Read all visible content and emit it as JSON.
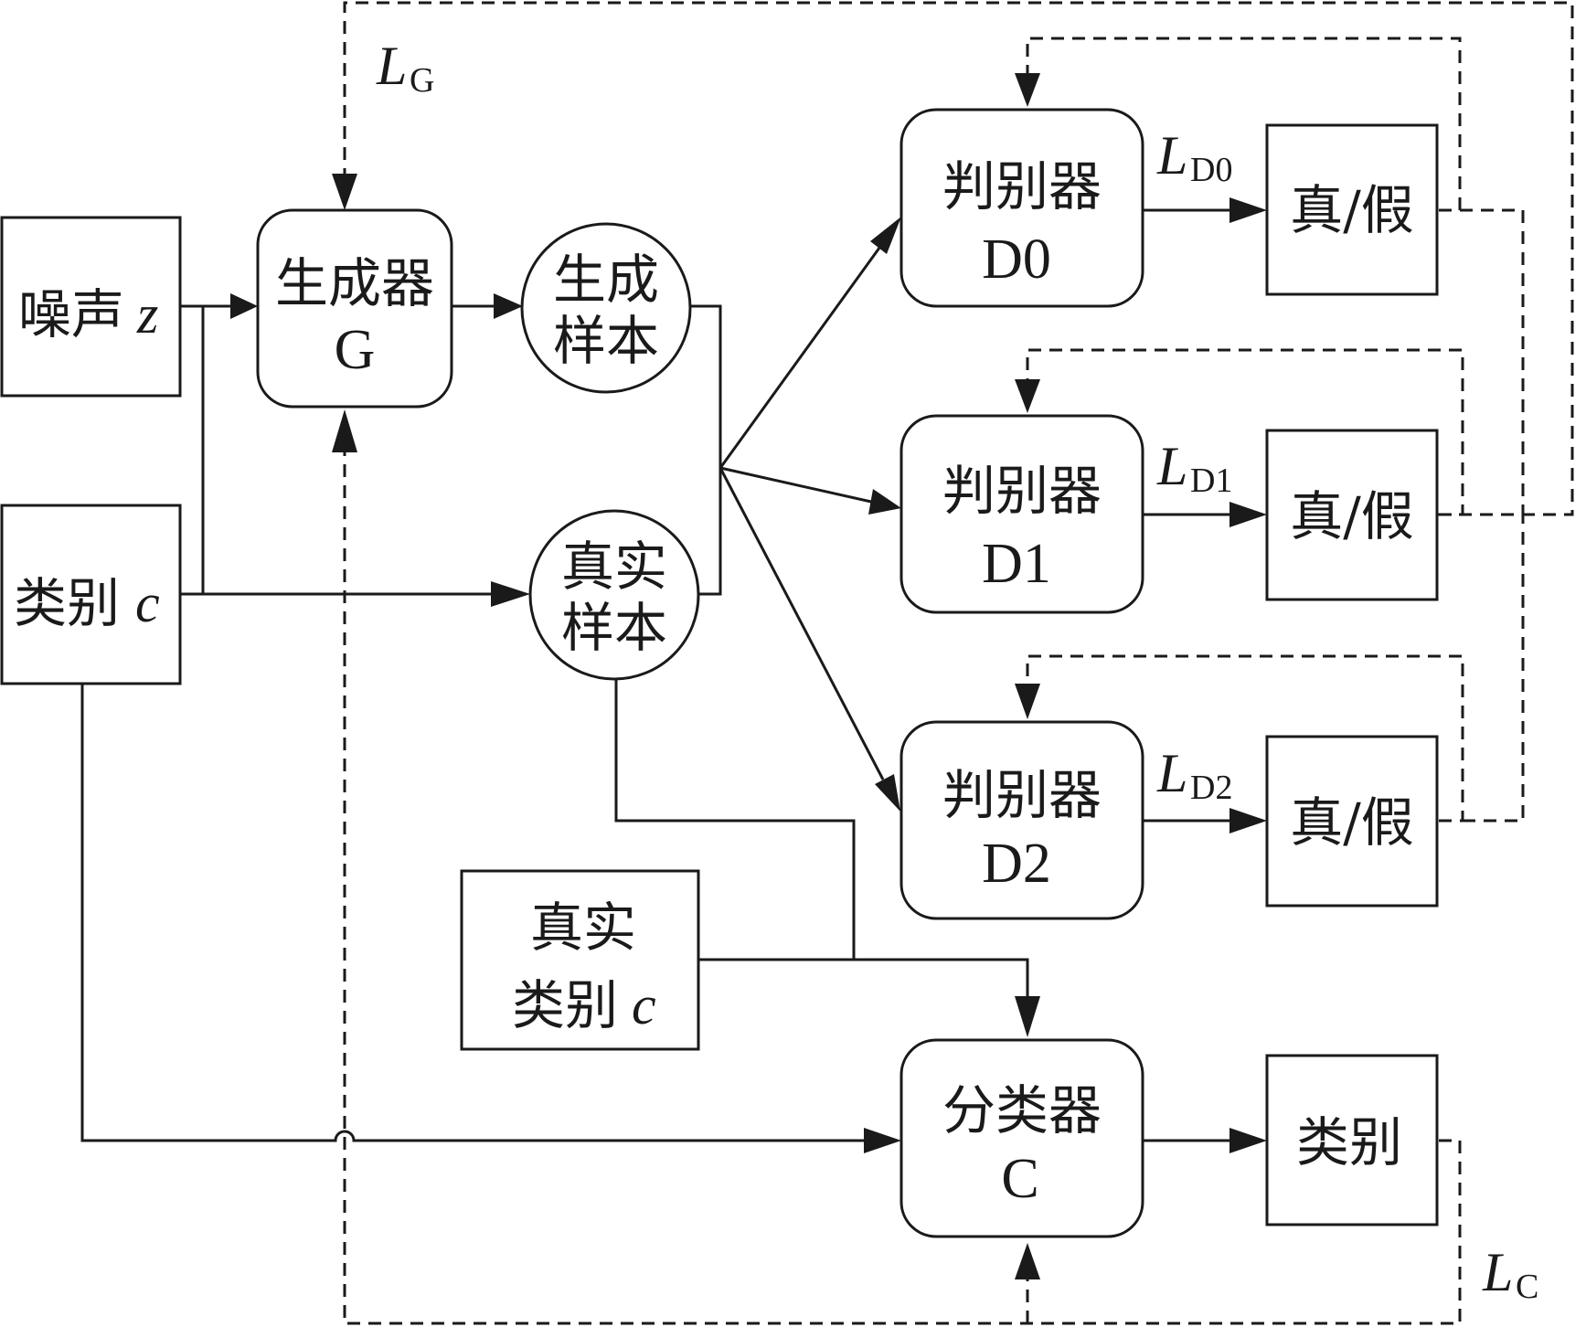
{
  "inputs": {
    "noise": {
      "label": "噪声",
      "var": "z"
    },
    "category": {
      "label": "类别",
      "var": "c"
    },
    "real_category": {
      "line1": "真实",
      "line2": "类别",
      "var": "c"
    }
  },
  "generator": {
    "name": "生成器",
    "symbol": "G"
  },
  "samples": {
    "generated": {
      "line1": "生成",
      "line2": "样本"
    },
    "real": {
      "line1": "真实",
      "line2": "样本"
    }
  },
  "discriminators": [
    {
      "name": "判别器",
      "symbol": "D0",
      "loss_main": "L",
      "loss_sub": "D0",
      "output": "真/假"
    },
    {
      "name": "判别器",
      "symbol": "D1",
      "loss_main": "L",
      "loss_sub": "D1",
      "output": "真/假"
    },
    {
      "name": "判别器",
      "symbol": "D2",
      "loss_main": "L",
      "loss_sub": "D2",
      "output": "真/假"
    }
  ],
  "classifier": {
    "name": "分类器",
    "symbol": "C",
    "output": "类别"
  },
  "losses": {
    "generator": {
      "main": "L",
      "sub": "G"
    },
    "classifier": {
      "main": "L",
      "sub": "C"
    }
  }
}
